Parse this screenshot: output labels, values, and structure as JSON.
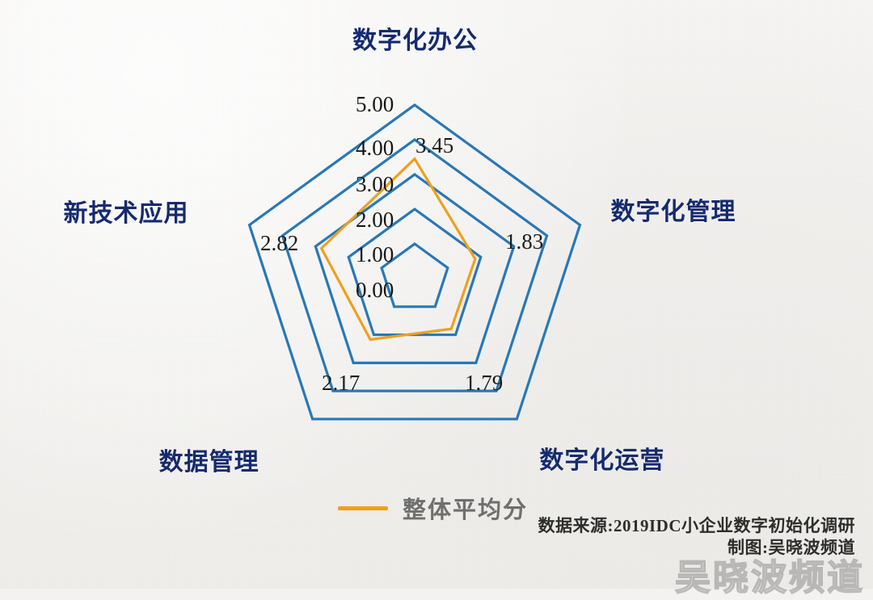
{
  "colors": {
    "grid": "#2878b8",
    "series": "#efa01e",
    "axis_title": "#152a6e",
    "value_text": "#1d1d1d",
    "legend_text": "#6f6f6f",
    "background": "#f3f2f0"
  },
  "legend": {
    "series_label": "整体平均分",
    "swatch_icon": "line-swatch-icon"
  },
  "source": {
    "line1": "数据来源:2019IDC小企业数字初始化调研",
    "line2": "制图:吴晓波频道"
  },
  "watermark": {
    "text": "吴晓波频道"
  },
  "chart_data": {
    "type": "radar",
    "title": "",
    "categories": [
      "数字化办公",
      "数字化管理",
      "数字化运营",
      "数据管理",
      "新技术应用"
    ],
    "series": [
      {
        "name": "整体平均分",
        "color": "#efa01e",
        "values": [
          3.45,
          1.83,
          1.79,
          2.17,
          2.82
        ]
      }
    ],
    "value_labels": [
      "3.45",
      "1.83",
      "1.79",
      "2.17",
      "2.82"
    ],
    "tick_labels": [
      "0.00",
      "1.00",
      "2.00",
      "3.00",
      "4.00",
      "5.00"
    ],
    "tick_values": [
      0,
      1,
      2,
      3,
      4,
      5
    ],
    "rlim": [
      0,
      5
    ],
    "grid": "pentagon-rings",
    "grid_rings": 5,
    "legend_position": "bottom-center"
  }
}
